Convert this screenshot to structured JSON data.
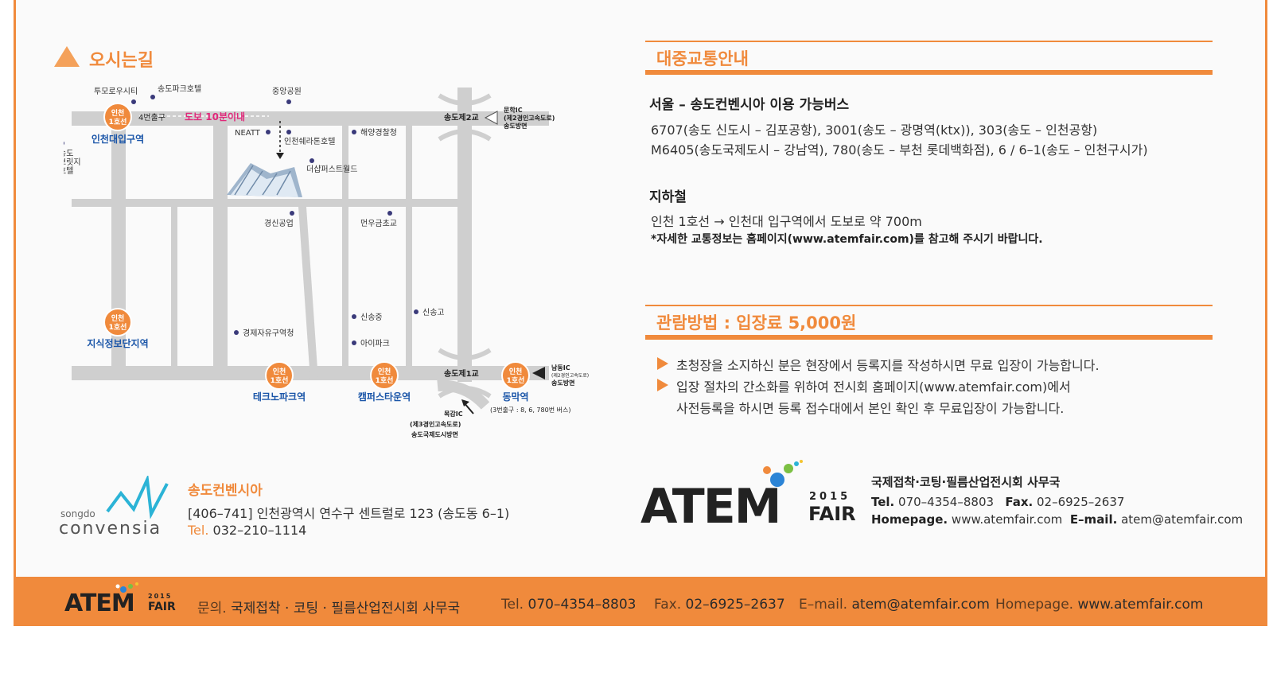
{
  "directions": {
    "title": "오시는길",
    "map": {
      "stations": [
        {
          "line": "인천\n1호선",
          "name": "인천대입구역"
        },
        {
          "line": "인천\n1호선",
          "name": "지식정보단지역"
        },
        {
          "line": "인천\n1호선",
          "name": "테크노파크역"
        },
        {
          "line": "인천\n1호선",
          "name": "캠퍼스타운역"
        },
        {
          "line": "인천\n1호선",
          "name": "동막역"
        }
      ],
      "line_label_top": "인천",
      "line_label_bottom": "1호선",
      "labels": {
        "tomorrow_city": "투모로우시티",
        "songdo_park_hotel": "송도파크호텔",
        "central_park": "중앙공원",
        "exit4": "4번출구",
        "walk": "도보 10분이내",
        "songdo_bridge_hotel_1": "송도",
        "songdo_bridge_hotel_2": "브릿지",
        "songdo_bridge_hotel_3": "호텔",
        "neatt": "NEATT",
        "sheraton": "인천쉐라톤호텔",
        "coast_guard": "해양경찰청",
        "the_sharp": "더샵퍼스트월드",
        "songdo2": "송도제2교",
        "munhak_ic_1": "문학IC",
        "munhak_ic_2": "(제2경인고속도로)",
        "munhak_ic_3": "송도방면",
        "gyeongsin": "경신공업",
        "myeonu": "먼우금초교",
        "sinsong_mid": "신송중",
        "sinsong_high": "신송고",
        "ifez": "경제자유구역청",
        "ipark": "아이파크",
        "songdo1": "송도제1교",
        "namdong_ic_1": "남동IC",
        "namdong_ic_2": "(제2경인고속도로)",
        "namdong_ic_3": "송도방면",
        "dongmak_exit": "(3번출구 : 8, 6, 780번 버스)",
        "mokgam_ic_1": "목감IC",
        "mokgam_ic_2": "(제3경인고속도로)",
        "mokgam_ic_3": "송도국제도시방면"
      }
    }
  },
  "transport": {
    "title": "대중교통안내",
    "bus_title": "서울 – 송도컨벤시아 이용 가능버스",
    "bus_line1": "6707(송도 신도시 – 김포공항), 3001(송도 – 광명역(ktx)), 303(송도 – 인천공항)",
    "bus_line2": "M6405(송도국제도시 – 강남역), 780(송도 – 부천 롯데백화점), 6 / 6–1(송도 – 인천구시가)",
    "subway_title": "지하철",
    "subway_line": "인천 1호선  → 인천대 입구역에서 도보로 약 700m",
    "note": "*자세한 교통정보는 홈페이지(www.atemfair.com)를 참고해 주시기 바랍니다."
  },
  "admission": {
    "title": "관람방법 : 입장료 5,000원",
    "item1": "초청장을 소지하신 분은 현장에서 등록지를 작성하시면 무료 입장이 가능합니다.",
    "item2_line1": "입장 절차의 간소화를 위하여 전시회 홈페이지(www.atemfair.com)에서",
    "item2_line2": "사전등록을 하시면 등록 접수대에서 본인 확인 후 무료입장이 가능합니다."
  },
  "venue": {
    "logo_small": "songdo",
    "logo_big": "convensia",
    "name": "송도컨벤시아",
    "address": "[406–741]  인천광역시 연수구 센트럴로 123 (송도동 6–1)",
    "tel_label": "Tel.",
    "tel": "032–210–1114"
  },
  "organizer": {
    "logo": "ATEM",
    "logo_year": "2015",
    "logo_fair": "FAIR",
    "title": "국제접착·코팅·필름산업전시회 사무국",
    "tel_label": "Tel.",
    "tel": "070–4354–8803",
    "fax_label": "Fax.",
    "fax": "02–6925–2637",
    "homepage_label": "Homepage.",
    "homepage": "www.atemfair.com",
    "email_label": "E–mail.",
    "email": "atem@atemfair.com"
  },
  "footer": {
    "logo": "ATEM",
    "logo_year": "2015",
    "logo_fair": "FAIR",
    "contact_label": "문의.",
    "contact": "국제접착 · 코팅 · 필름산업전시회 사무국",
    "tel_label": "Tel.",
    "tel": "070–4354–8803",
    "fax_label": "Fax.",
    "fax": "02–6925–2637",
    "email_label": "E–mail.",
    "email": "atem@atemfair.com",
    "homepage_label": "Homepage.",
    "homepage": "www.atemfair.com"
  },
  "colors": {
    "accent": "#f08a3c",
    "road": "#cfcfcf",
    "station": "#f08a3c",
    "station_text": "#1a55a8",
    "walk_text": "#e0287a",
    "poi_dot": "#3a3a7a"
  }
}
